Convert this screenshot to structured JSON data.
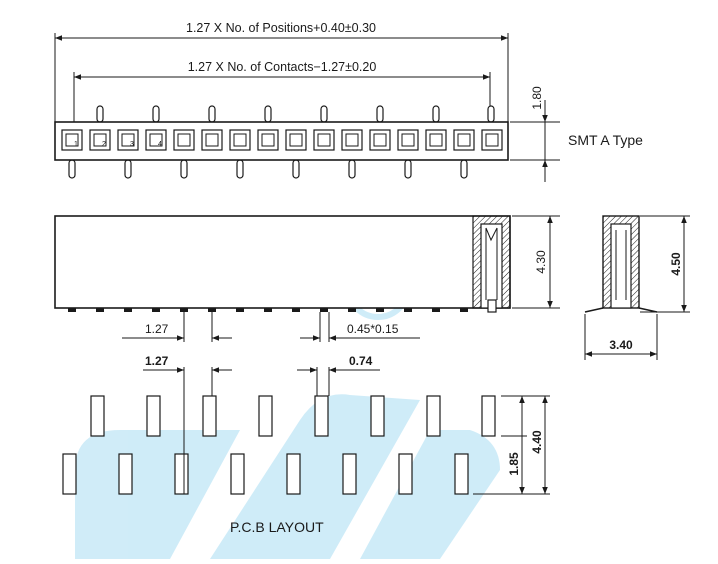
{
  "top_view": {
    "overall_dim": "1.27  X  No.  of  Positions+0.40±0.30",
    "contacts_dim": "1.27  X  No.  of  Contacts−1.27±0.20",
    "height_dim": "1.80",
    "type_label": "SMT A Type",
    "pin_numbers": [
      "1",
      "2",
      "3",
      "4"
    ]
  },
  "side_view": {
    "height_dim": "4.30",
    "pitch_dim": "1.27",
    "pin_dim": "0.45*0.15"
  },
  "end_view": {
    "height_dim": "4.50",
    "width_dim": "3.40"
  },
  "pcb_layout": {
    "pitch_dim": "1.27",
    "pad_width_dim": "0.74",
    "row_offset_dim": "1.85",
    "total_length_dim": "4.40",
    "title": "P.C.B  LAYOUT"
  },
  "colors": {
    "line": "#1a1a1a",
    "watermark": "#29aae1"
  }
}
